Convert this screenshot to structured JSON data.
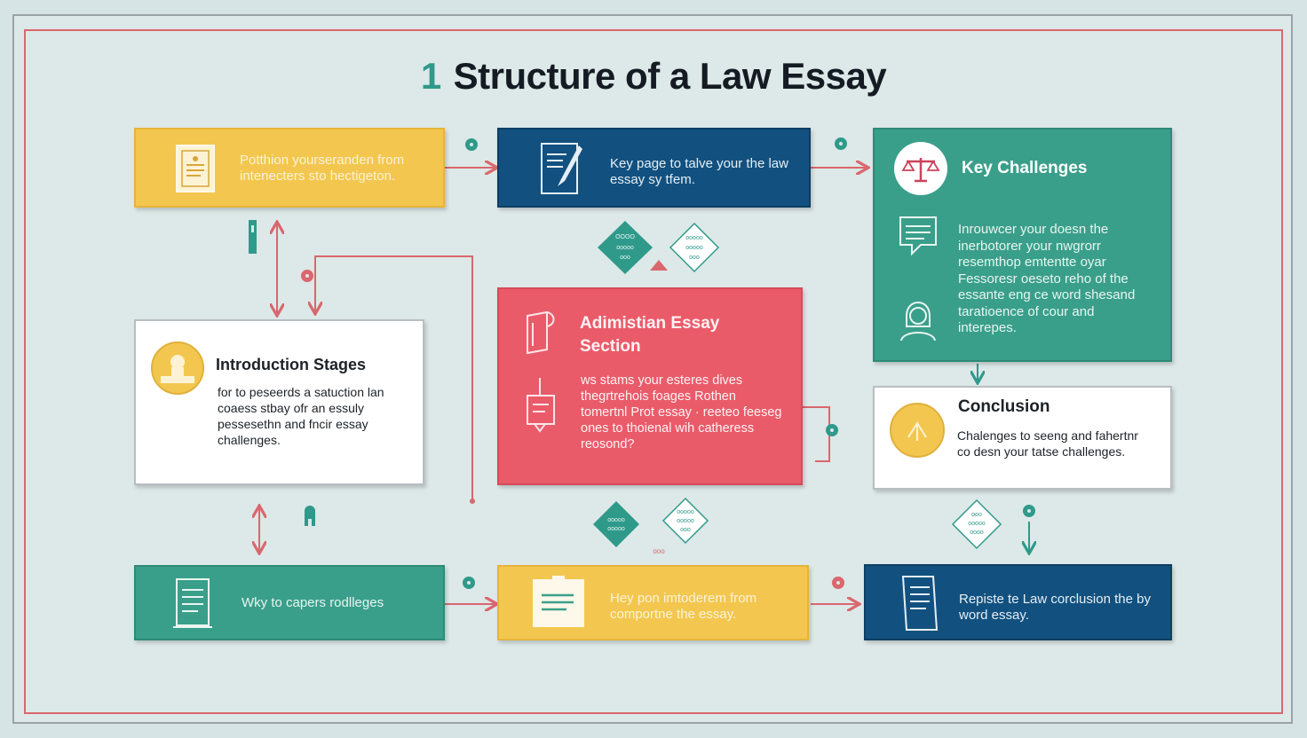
{
  "title": {
    "number": "1",
    "text": "Structure of a Law Essay"
  },
  "boxes": {
    "top_left": {
      "text": "Potthion yourseranden from intenecters sto hectigeton."
    },
    "top_middle": {
      "text": "Key page to talve your the law essay sy tfem."
    },
    "key_challenges": {
      "heading": "Key Challenges",
      "text": "Inrouwcer your doesn the inerbotorer your nwgrorr resemthop emtentte oyar Fessoresr oeseto reho of the essante eng ce word shesand taratioence of cour and interepes."
    },
    "introduction": {
      "heading": "Introduction Stages",
      "text": "for to peseerds a satuction lan coaess stbay ofr an essuly pessesethn and fncir essay challenges."
    },
    "center": {
      "heading": "Adimistian Essay Section",
      "text": "ws stams your esteres dives thegrtrehois foages Rothen tomertnl Prot essay · reeteo feeseg ones to thoienal wih catheress reosond?"
    },
    "conclusion": {
      "heading": "Conclusion",
      "text": "Chalenges to seeng and fahertnr co desn your tatse challenges."
    },
    "bottom_left": {
      "text": "Wky to capers rodlleges"
    },
    "bottom_middle": {
      "text": "Hey pon imtoderem from comportne the essay."
    },
    "bottom_right": {
      "text": "Repiste te Law corclusion the by word essay."
    }
  },
  "diamonds": {
    "top_a": "OOOO ooooo ooo",
    "top_b": "ooooo ooooo ooo",
    "bottom_a": "ooooo ooooo",
    "bottom_b": "ooooo ooooo ooo",
    "right": "ooo ooooo oooo",
    "small_label": "ooo"
  },
  "colors": {
    "yellow": "#f3c74f",
    "navy": "#12517f",
    "teal": "#3a9f8a",
    "pink": "#ea5b6a",
    "arrow": "#d9676d",
    "dot_teal": "#2f9a8a"
  },
  "icons": [
    "document-icon",
    "pen-document-icon",
    "scales-icon",
    "chat-icon",
    "person-icon",
    "award-icon",
    "scroll-icon",
    "clipboard-icon",
    "notes-icon",
    "book-icon",
    "sun-icon"
  ]
}
